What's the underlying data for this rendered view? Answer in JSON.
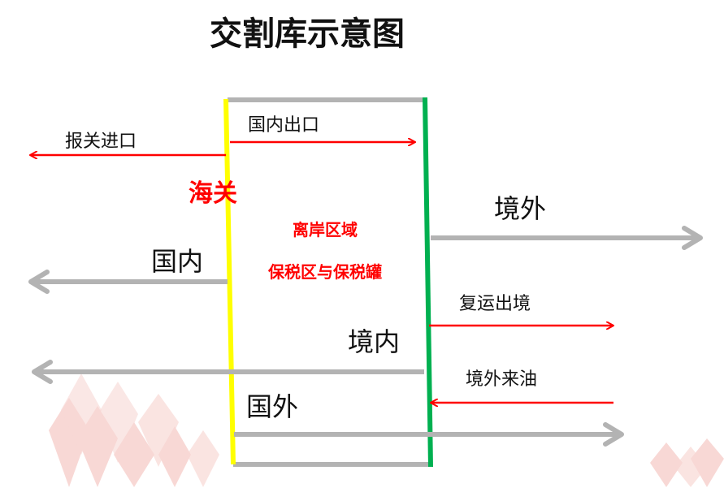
{
  "title": "交割库示意图",
  "labels": {
    "customs_import": "报关进口",
    "domestic_export": "国内出口",
    "customs": "海关",
    "offshore_zone": "离岸区域",
    "bonded_zone": "保税区与保税罐",
    "overseas_right": "境外",
    "domestic_left": "国内",
    "re_export": "复运出境",
    "inside_border": "境内",
    "overseas_oil": "境外来油",
    "foreign": "国外"
  },
  "colors": {
    "customs_line": "#ffff00",
    "border_line": "#00b050",
    "flow_arrow": "#ff0000",
    "region_arrow": "#b3b3b3",
    "decoration": "#f4c7c3"
  }
}
